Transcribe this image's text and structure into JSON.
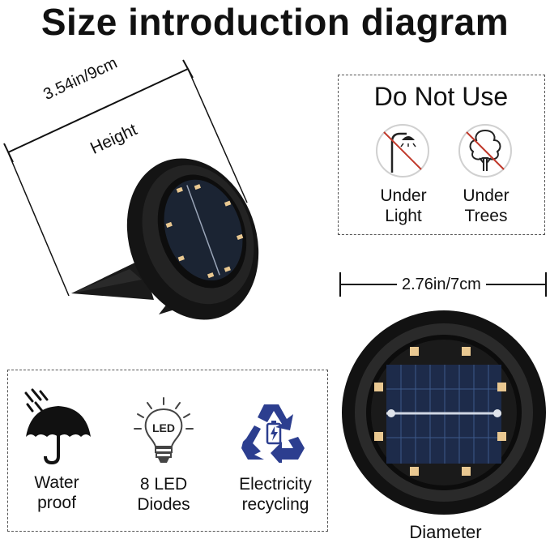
{
  "title": "Size introduction diagram",
  "height_dimension": {
    "value": "3.54in/9cm",
    "caption": "Height"
  },
  "do_not_use": {
    "heading": "Do Not Use",
    "items": [
      {
        "label_line1": "Under",
        "label_line2": "Light",
        "icon": "lamp-post-prohibited-icon"
      },
      {
        "label_line1": "Under",
        "label_line2": "Trees",
        "icon": "tree-prohibited-icon"
      }
    ]
  },
  "diameter_dimension": {
    "value": "2.76in/7cm",
    "caption": "Diameter"
  },
  "features": [
    {
      "label_line1": "Water",
      "label_line2": "proof",
      "icon": "umbrella-rain-icon"
    },
    {
      "label_line1": "8 LED",
      "label_line2": "Diodes",
      "icon": "led-bulb-icon",
      "icon_text": "LED"
    },
    {
      "label_line1": "Electricity",
      "label_line2": "recycling",
      "icon": "recycle-battery-icon"
    }
  ],
  "colors": {
    "recycle_blue": "#2c3e8f",
    "prohibit_red": "#c0392b",
    "light_black": "#111111",
    "led_warm": "#e9c891",
    "panel_blue": "#1d2b4a"
  }
}
